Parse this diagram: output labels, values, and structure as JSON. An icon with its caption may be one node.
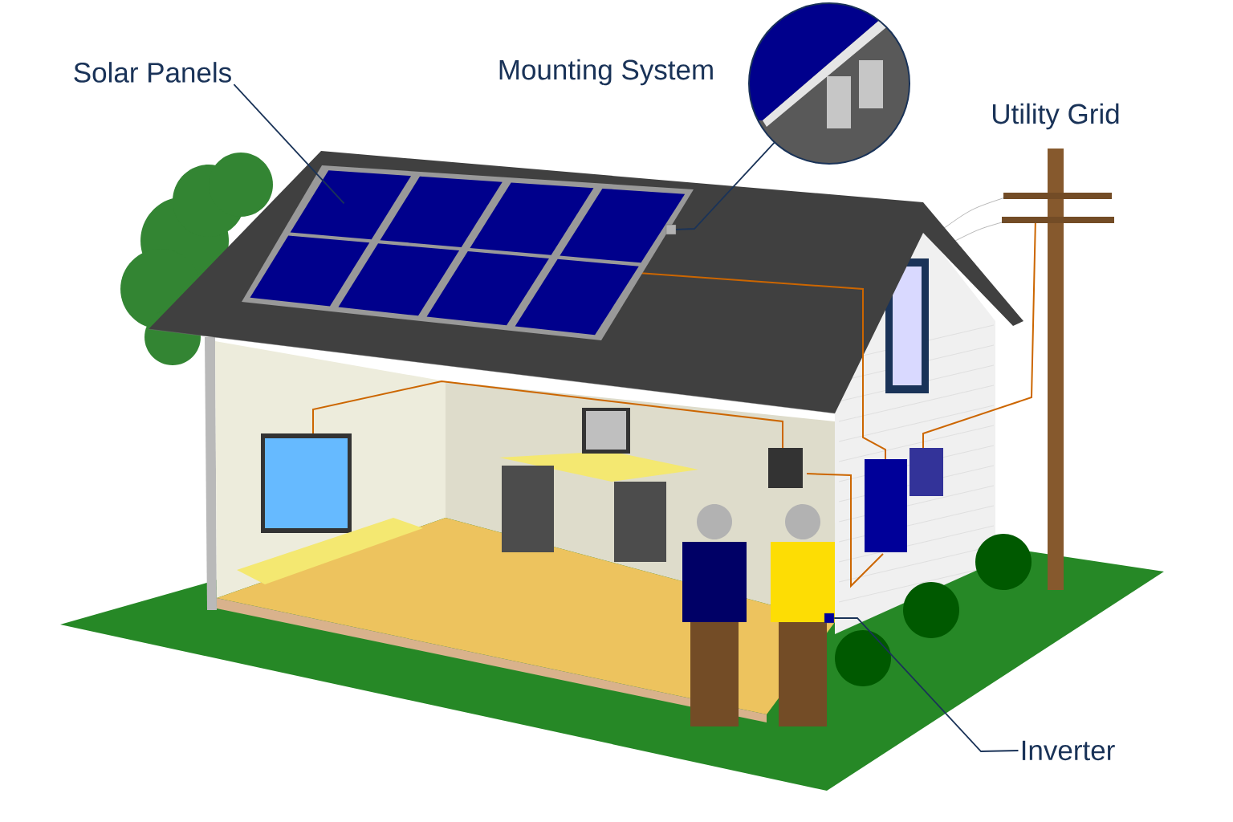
{
  "diagram": {
    "nodes": [
      {
        "text": [
          "Solar Panels"
        ]
      },
      {
        "text": [],
        "shape": "picture"
      },
      {
        "text": [],
        "shape": "picture"
      },
      {
        "text": [],
        "shape": "box"
      },
      {
        "text": [
          "Inverter"
        ]
      },
      {
        "text": [],
        "shape": "box"
      }
    ],
    "edges": [
      {
        "from": 0,
        "to": 1,
        "arrow": "none"
      },
      {
        "from": 2,
        "to": 3,
        "arrow": "none"
      },
      {
        "from": 4,
        "to": 5,
        "arrow": "none"
      }
    ],
    "labels": [
      "Mounting System",
      "Utility Grid"
    ]
  }
}
